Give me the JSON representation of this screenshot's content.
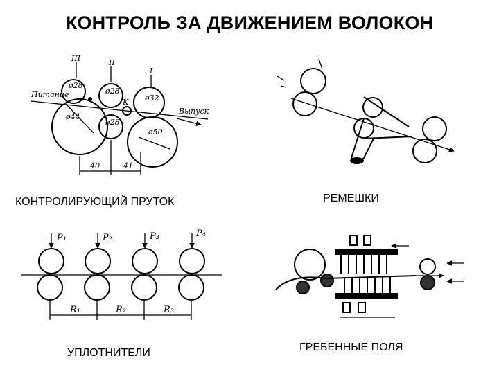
{
  "title": "КОНТРОЛЬ ЗА ДВИЖЕНИЕМ ВОЛОКОН",
  "panels": [
    {
      "caption": "КОНТРОЛИРУЮЩИЙ ПРУТОК",
      "labels": {
        "feed": "Питание",
        "out": "Выпуск",
        "roll_iii": "III",
        "roll_ii": "II",
        "roll_i": "I",
        "d1": "ø28",
        "d2": "ø28",
        "d3": "ø32",
        "d4": "ø44",
        "d5": "ø28",
        "d6": "ø50",
        "k": "К",
        "dim1": "40",
        "dim2": "41"
      }
    },
    {
      "caption": "РЕМЕШКИ"
    },
    {
      "caption": "УПЛОТНИТЕЛИ",
      "labels": {
        "p1": "P₁",
        "p2": "P₂",
        "p3": "P₃",
        "p4": "P₄",
        "r1": "R₁",
        "r2": "R₂",
        "r3": "R₃"
      }
    },
    {
      "caption": "ГРЕБЕННЫЕ ПОЛЯ"
    }
  ]
}
